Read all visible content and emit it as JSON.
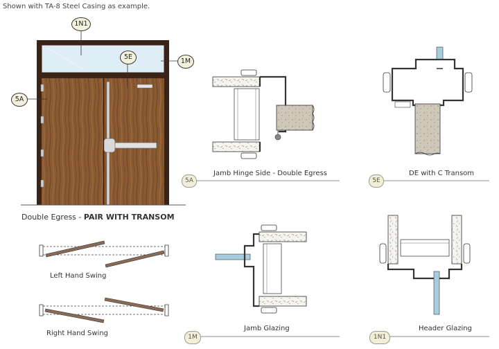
{
  "header_note": "Shown with TA-8 Steel Casing as example.",
  "elevation": {
    "title_prefix": "Double Egress - ",
    "title_bold": "PAIR WITH TRANSOM",
    "callouts": [
      "1N1",
      "5E",
      "1M",
      "5A"
    ]
  },
  "swings": {
    "left_label": "Left Hand Swing",
    "right_label": "Right Hand Swing"
  },
  "details": [
    {
      "tag": "5A",
      "caption": "Jamb Hinge Side - Double Egress"
    },
    {
      "tag": "5E",
      "caption": "DE with C Transom"
    },
    {
      "tag": "1M",
      "caption": "Jamb Glazing"
    },
    {
      "tag": "1N1",
      "caption": "Header Glazing"
    }
  ],
  "colors": {
    "door_wood": "#8a5a32",
    "frame_dark": "#3a2418",
    "glass": "#a9cde0",
    "concrete": "#cfc7ba",
    "tag_fill": "#f3efd4"
  }
}
